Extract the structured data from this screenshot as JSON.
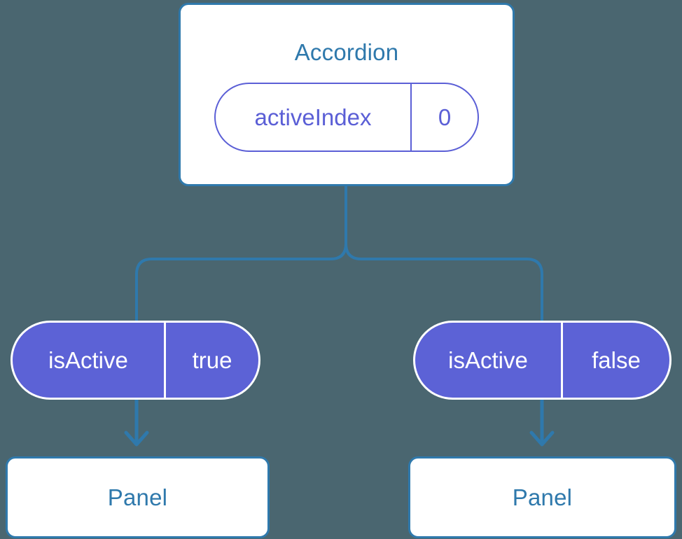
{
  "diagram": {
    "type": "component-tree",
    "background_color": "#4a6670",
    "accent_blue": "#2f79ac",
    "accent_purple": "#5c62d6",
    "root": {
      "title": "Accordion",
      "prop": {
        "key": "activeIndex",
        "value": "0"
      }
    },
    "branches": [
      {
        "side": "left",
        "prop": {
          "key": "isActive",
          "value": "true"
        },
        "child": {
          "title": "Panel"
        }
      },
      {
        "side": "right",
        "prop": {
          "key": "isActive",
          "value": "false"
        },
        "child": {
          "title": "Panel"
        }
      }
    ]
  }
}
